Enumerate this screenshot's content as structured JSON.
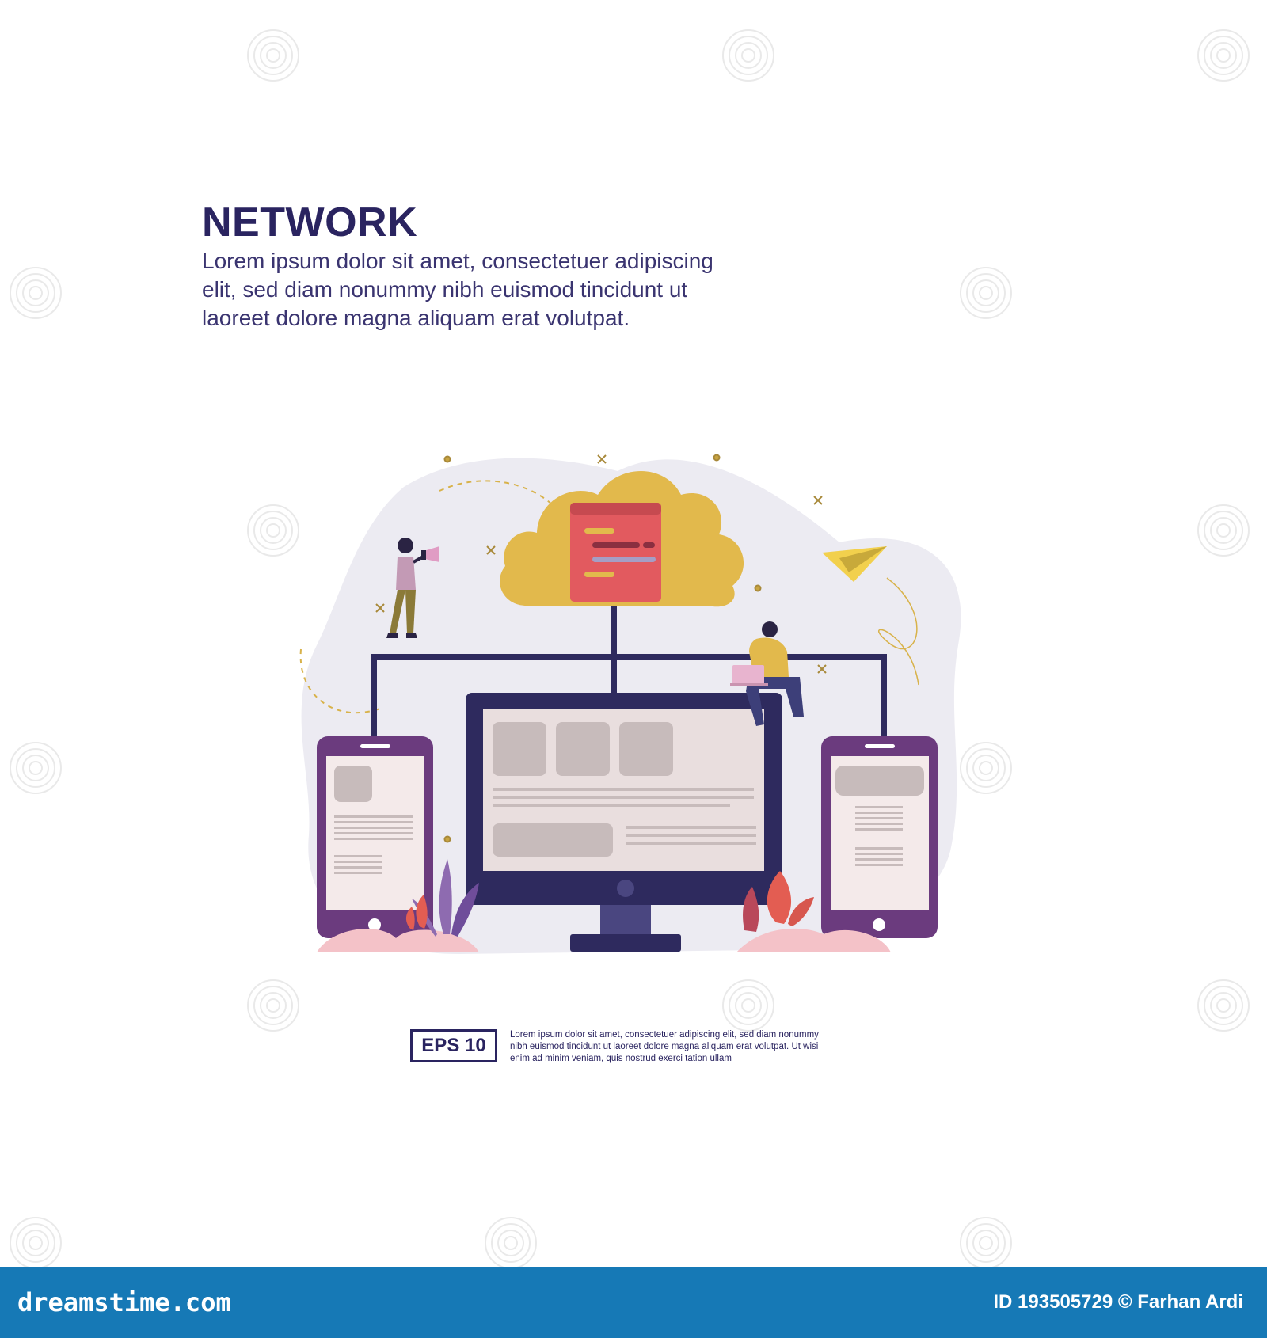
{
  "hero": {
    "title": "NETWORK",
    "body_lines": [
      "Lorem ipsum dolor sit amet, consectetuer adipiscing",
      "elit, sed diam nonummy nibh euismod tincidunt ut",
      "laoreet dolore magna aliquam erat volutpat."
    ]
  },
  "eps": {
    "badge": "EPS 10",
    "lines": [
      "Lorem ipsum dolor sit amet, consectetuer adipiscing elit, sed diam nonummy",
      "nibh euismod tincidunt ut laoreet dolore magna aliquam erat volutpat. Ut wisi",
      "enim ad minim veniam, quis nostrud exerci tation ullam"
    ]
  },
  "footer": {
    "brand": "dreamstime.com",
    "credit": "ID 193505729 © Farhan Ardi"
  },
  "colors": {
    "title": "#2a2460",
    "body": "#3a3470",
    "footer_bar": "#1679b6",
    "cloud": "#e2b94c",
    "card": "#e25a5f",
    "device_purple": "#6b3b7e",
    "monitor_navy": "#2e2a5e",
    "screen": "#e9dede",
    "blob": "#ecebf2",
    "ground": "#f4c2c8"
  },
  "icons": [
    "cloud-icon",
    "paper-plane-icon",
    "megaphone-icon",
    "laptop-icon",
    "watermark-spiral-icon"
  ]
}
